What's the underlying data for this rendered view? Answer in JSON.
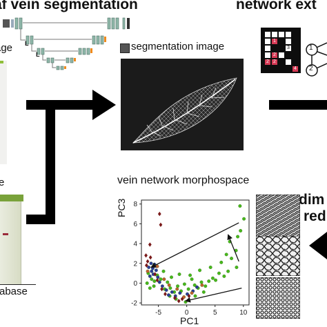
{
  "headers": {
    "segmentation": "af vein segmentation",
    "network": "network ext"
  },
  "labels": {
    "segmentation_image": "segmentation image",
    "unet_left_partial": "age",
    "database_partial": "abase",
    "left_partial_e": "e",
    "morphospace_title": "vein network morphospace",
    "dim_line1": "dim",
    "dim_line2": "red"
  },
  "grid_numbers": [
    "1",
    "2",
    "2",
    "2",
    "3",
    "4"
  ],
  "graph_numbers": [
    "1",
    "2"
  ],
  "chart_data": {
    "type": "scatter",
    "title": "",
    "xlabel": "PC1",
    "ylabel": "PC3",
    "xlim": [
      -8,
      11
    ],
    "ylim": [
      -2.2,
      8.4
    ],
    "xticks": [
      -5,
      0,
      5,
      10
    ],
    "yticks": [
      -2,
      0,
      2,
      4,
      6,
      8
    ],
    "series": [
      {
        "color": "#7a1a1a",
        "marker": "diamond",
        "points": [
          [
            -6.5,
            3.9
          ],
          [
            -4.8,
            7.0
          ],
          [
            -4.6,
            5.9
          ],
          [
            -7.2,
            2.8
          ],
          [
            -6.9,
            2.2
          ],
          [
            -6.4,
            2.6
          ],
          [
            -7.1,
            1.8
          ],
          [
            -5.6,
            0.9
          ],
          [
            -5.2,
            0.3
          ],
          [
            -4.4,
            -0.6
          ],
          [
            -3.8,
            -1.1
          ],
          [
            -2.1,
            -1.5
          ],
          [
            -1.4,
            -1.8
          ],
          [
            -0.8,
            -1.6
          ],
          [
            0.4,
            -1.3
          ]
        ]
      },
      {
        "color": "#2b3a99",
        "marker": "circle",
        "points": [
          [
            -6.7,
            1.6
          ],
          [
            -6.3,
            2.0
          ],
          [
            -6.0,
            1.5
          ],
          [
            -5.7,
            1.9
          ],
          [
            -6.2,
            1.2
          ],
          [
            -5.9,
            0.9
          ],
          [
            -6.5,
            0.7
          ],
          [
            -5.4,
            1.3
          ],
          [
            -5.1,
            0.6
          ],
          [
            -4.8,
            0.1
          ],
          [
            -4.3,
            -0.3
          ],
          [
            -3.6,
            -0.7
          ],
          [
            -3.2,
            -1.2
          ],
          [
            -2.6,
            -0.9
          ],
          [
            -2.0,
            -1.3
          ],
          [
            -1.2,
            -1.0
          ],
          [
            0.1,
            -1.1
          ],
          [
            1.1,
            -0.8
          ],
          [
            1.8,
            -0.4
          ]
        ]
      },
      {
        "color": "#c06030",
        "marker": "circle",
        "points": [
          [
            -6.9,
            1.2
          ],
          [
            -5.2,
            1.7
          ],
          [
            -3.1,
            -0.2
          ],
          [
            -1.7,
            -0.6
          ],
          [
            -0.5,
            -1.4
          ],
          [
            0.9,
            -1.0
          ],
          [
            2.7,
            -0.2
          ],
          [
            -4.0,
            0.4
          ]
        ]
      },
      {
        "color": "#48b81c",
        "marker": "circle",
        "points": [
          [
            9.4,
            7.8
          ],
          [
            10.1,
            6.5
          ],
          [
            9.5,
            5.3
          ],
          [
            9.0,
            4.7
          ],
          [
            8.7,
            3.3
          ],
          [
            7.6,
            4.2
          ],
          [
            7.9,
            2.5
          ],
          [
            8.8,
            1.6
          ],
          [
            7.3,
            1.2
          ],
          [
            6.6,
            0.7
          ],
          [
            5.7,
            1.0
          ],
          [
            5.1,
            0.3
          ],
          [
            4.6,
            0.5
          ],
          [
            3.9,
            0.2
          ],
          [
            3.3,
            -0.3
          ],
          [
            2.6,
            0.1
          ],
          [
            2.0,
            -0.5
          ],
          [
            1.4,
            -0.2
          ],
          [
            0.9,
            0.4
          ],
          [
            0.3,
            -0.6
          ],
          [
            -0.4,
            -0.1
          ],
          [
            -1.0,
            -0.8
          ],
          [
            -1.6,
            -0.3
          ],
          [
            -2.2,
            -0.9
          ],
          [
            -2.9,
            -0.5
          ],
          [
            -3.4,
            0.1
          ],
          [
            -3.9,
            -0.6
          ],
          [
            -4.6,
            0.4
          ],
          [
            -5.2,
            0.8
          ],
          [
            -5.7,
            0.2
          ],
          [
            -6.2,
            0.4
          ],
          [
            -6.8,
            1.0
          ],
          [
            -7.0,
            0.0
          ],
          [
            -4.1,
            1.2
          ],
          [
            -2.7,
            0.6
          ],
          [
            -1.3,
            0.9
          ],
          [
            0.6,
            0.8
          ],
          [
            2.3,
            1.3
          ],
          [
            4.2,
            1.6
          ],
          [
            6.1,
            2.1
          ],
          [
            7.0,
            2.9
          ],
          [
            -3.0,
            -1.3
          ],
          [
            -1.9,
            -1.6
          ],
          [
            -0.2,
            -1.9
          ],
          [
            1.5,
            -1.3
          ],
          [
            3.0,
            -0.9
          ],
          [
            -5.8,
            -0.3
          ],
          [
            -6.5,
            -0.5
          ]
        ]
      }
    ],
    "arrows": [
      {
        "from": [
          9.2,
          6.1
        ],
        "to": [
          -6.3,
          1.6
        ]
      },
      {
        "from": [
          9.2,
          2.2
        ],
        "to": [
          7.3,
          4.9
        ]
      },
      {
        "from": [
          9.7,
          -0.5
        ],
        "to": [
          -0.2,
          -1.8
        ]
      }
    ]
  }
}
